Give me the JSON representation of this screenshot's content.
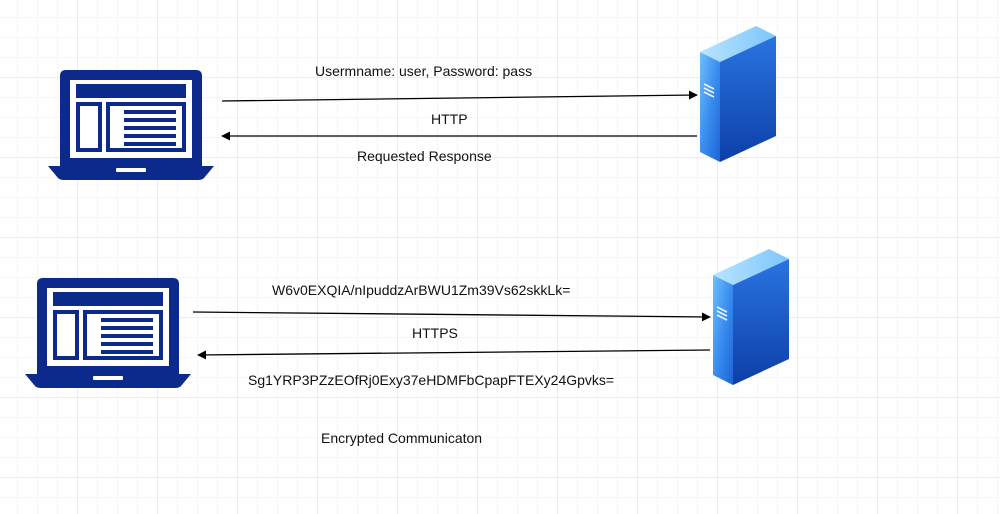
{
  "scenario_http": {
    "request_label": "Usermname: user, Password: pass",
    "protocol_label": "HTTP",
    "response_label": "Requested Response"
  },
  "scenario_https": {
    "request_label": "W6v0EXQIA/nIpuddzArBWU1Zm39Vs62skkLk=",
    "protocol_label": "HTTPS",
    "response_label": "Sg1YRP3PZzEOfRj0Exy37eHDMFbCpapFTEXy24Gpvks="
  },
  "caption": "Encrypted Communicaton",
  "colors": {
    "laptop": "#0b2a8c",
    "server_light": "#8fd0fb",
    "server_mid": "#3a8ef0",
    "server_dark": "#1556c8",
    "arrow": "#000000"
  },
  "icons": {
    "client": "laptop-icon",
    "server": "server-icon"
  }
}
